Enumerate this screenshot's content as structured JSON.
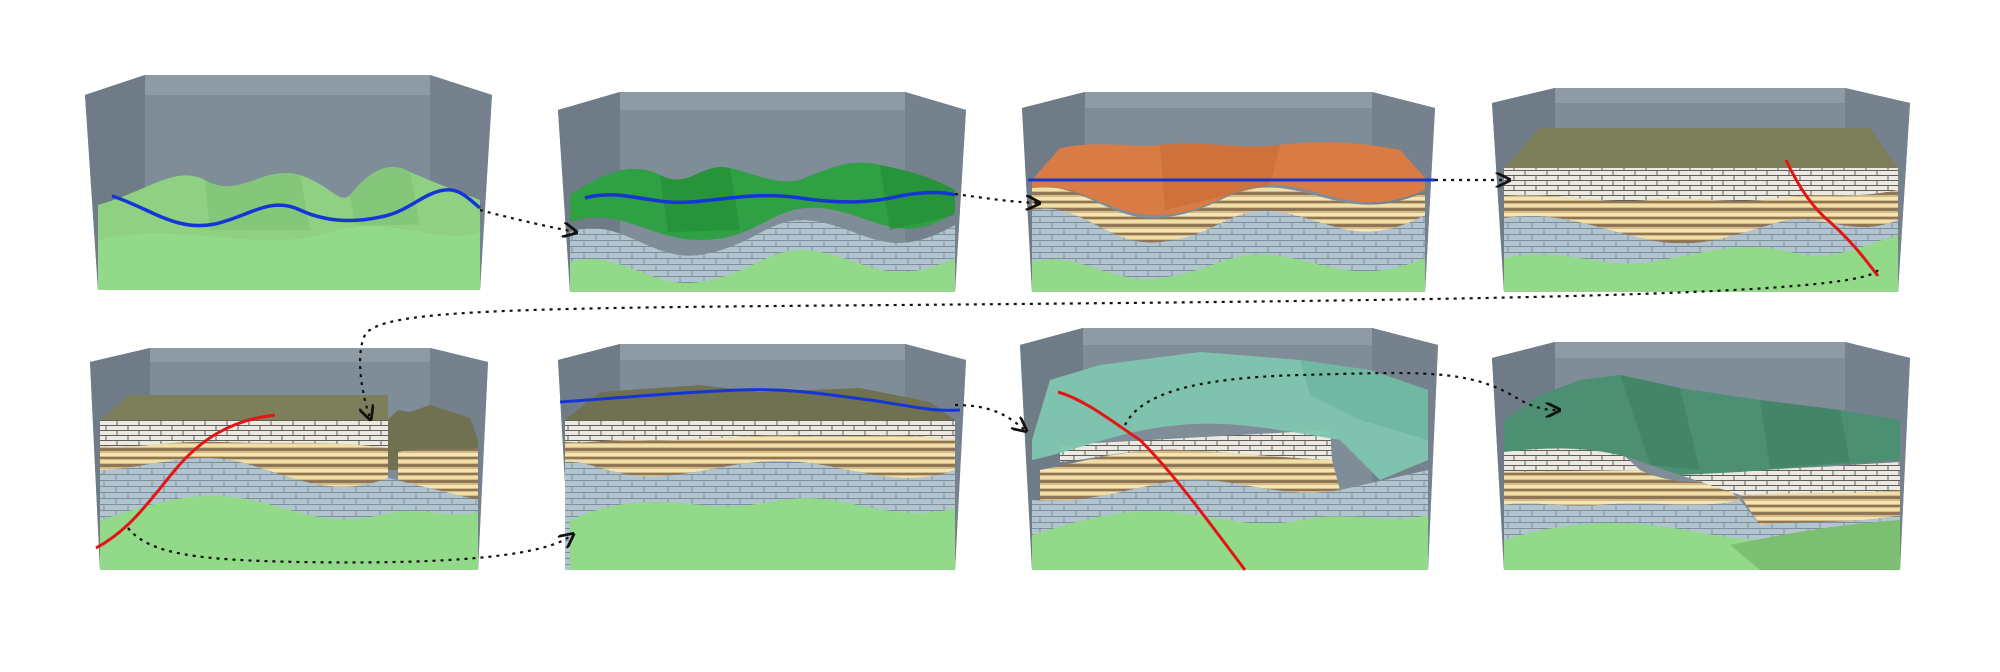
{
  "figure": {
    "panel_count": 8,
    "rows": 2,
    "columns": 4
  },
  "colors": {
    "box_glass": "#7f8d98",
    "box_glass_dark": "#6b7883",
    "box_edge": "#5b6670",
    "base_green": "#93d98a",
    "surface_light_green": "#8fd083",
    "surface_green": "#2f9e45",
    "surface_orange": "#d97b45",
    "surface_olive": "#7d7f5a",
    "surface_teal": "#7fc6b0",
    "surface_dark_green": "#4d8f72",
    "brick_blue": "#b3c4d1",
    "brick_white": "#ece9e2",
    "strata_tan": "#d7b986",
    "strata_brown": "#8e7656",
    "strata_cream": "#f3e6b4",
    "blue_line": "#1536d6",
    "red_fault": "#e21616",
    "arrow": "#111111"
  },
  "panels": [
    {
      "name": "panel-1",
      "surface": "light-green",
      "has_blue_line": true,
      "has_fault": false
    },
    {
      "name": "panel-2",
      "surface": "green",
      "has_blue_line": true,
      "has_fault": false
    },
    {
      "name": "panel-3",
      "surface": "orange",
      "has_blue_line": true,
      "has_fault": false
    },
    {
      "name": "panel-4",
      "surface": "olive",
      "has_blue_line": false,
      "has_fault": true
    },
    {
      "name": "panel-5",
      "surface": "olive",
      "has_blue_line": false,
      "has_fault": true
    },
    {
      "name": "panel-6",
      "surface": "olive",
      "has_blue_line": true,
      "has_fault": false
    },
    {
      "name": "panel-7",
      "surface": "teal",
      "has_blue_line": false,
      "has_fault": true
    },
    {
      "name": "panel-8",
      "surface": "dark-green",
      "has_blue_line": false,
      "has_fault": false
    }
  ]
}
